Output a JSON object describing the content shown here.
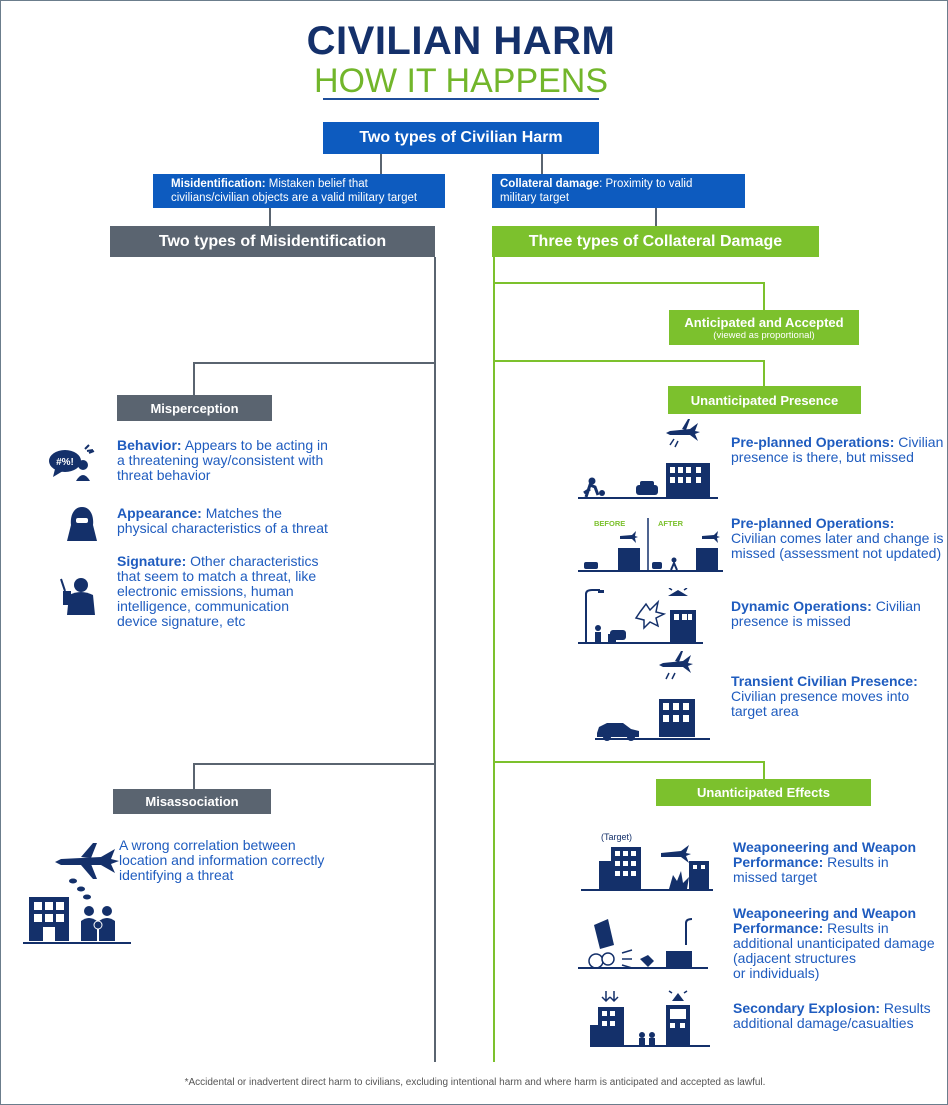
{
  "header": {
    "title_line1": "CIVILIAN HARM",
    "title_line2": "HOW IT HAPPENS"
  },
  "top_box": {
    "label": "Two types of Civilian Harm"
  },
  "misidentification_def": {
    "term": "Misidentification:",
    "text_line1": " Mistaken belief that",
    "text_line2": "civilians/civilian objects are a valid military target"
  },
  "collateral_def": {
    "term": "Collateral damage",
    "text_line1": ": Proximity to valid",
    "text_line2": "military target"
  },
  "left_heading": "Two types of Misidentification",
  "right_heading": "Three types of Collateral Damage",
  "misperception": {
    "label": "Misperception",
    "items": [
      {
        "term": "Behavior:",
        "l1": " Appears to be acting in",
        "l2": "a threatening way/consistent with",
        "l3": "threat behavior",
        "l4": "",
        "l5": "",
        "icon": "speech-bubble-person-icon",
        "bubble_text": "#%!"
      },
      {
        "term": "Appearance:",
        "l1": " Matches the",
        "l2": "physical characteristics of a threat",
        "l3": "",
        "l4": "",
        "l5": "",
        "icon": "hooded-figure-icon"
      },
      {
        "term": "Signature:",
        "l1": " Other characteristics",
        "l2": "that seem to match a threat, like",
        "l3": "electronic emissions, human",
        "l4": "intelligence, communication",
        "l5": "device signature, etc",
        "icon": "radio-operator-icon"
      }
    ]
  },
  "misassociation": {
    "label": "Misassociation",
    "l1": "A wrong correlation between",
    "l2": "location and information correctly",
    "l3": "identifying a threat",
    "icon": "jet-building-people-icon"
  },
  "anticipated": {
    "label": "Anticipated and Accepted",
    "sub": "(viewed as proportional)"
  },
  "unanticipated_presence": {
    "label": "Unanticipated Presence",
    "items": [
      {
        "term": "Pre-planned Operations:",
        "rest": " Civilian",
        "l2": "presence is there, but missed",
        "l3": "",
        "icon": "jet-over-street-icon"
      },
      {
        "term": "Pre-planned Operations:",
        "rest": "",
        "l2": "Civilian comes later and change is",
        "l3": "missed (assessment not updated)",
        "icon": "before-after-icon",
        "before": "BEFORE",
        "after": "AFTER"
      },
      {
        "term": "Dynamic Operations:",
        "rest": " Civilian",
        "l2": "presence is missed",
        "l3": "",
        "icon": "explosion-street-icon"
      },
      {
        "term": "Transient Civilian Presence:",
        "rest": "",
        "l2": "Civilian presence moves into",
        "l3": "target area",
        "icon": "car-building-icon"
      }
    ]
  },
  "unanticipated_effects": {
    "label": "Unanticipated Effects",
    "items": [
      {
        "term1": "Weaponeering and Weapon",
        "term2": "Performance:",
        "rest": " Results in",
        "l3": "missed target",
        "l4": "",
        "l5": "",
        "icon": "missed-target-icon",
        "target_label": "(Target)"
      },
      {
        "term1": "Weaponeering and Weapon",
        "term2": "Performance:",
        "rest": "  Results in",
        "l3": "additional unanticipated damage",
        "l4": "(adjacent structures",
        "l5": "or individuals)",
        "icon": "collapsing-building-icon"
      },
      {
        "term1": "Secondary Explosion:",
        "term2": "",
        "rest": " Results",
        "l3": "additional damage/casualties",
        "l4": "",
        "l5": "",
        "icon": "secondary-explosion-icon"
      }
    ]
  },
  "footnote": "*Accidental or inadvertent direct harm to civilians, excluding intentional harm and where harm is anticipated and accepted as lawful.",
  "colors": {
    "navy": "#14306a",
    "blue": "#0d5bbf",
    "gray": "#5a6470",
    "green": "#7cc12d",
    "text_blue": "#1f5cbf"
  }
}
